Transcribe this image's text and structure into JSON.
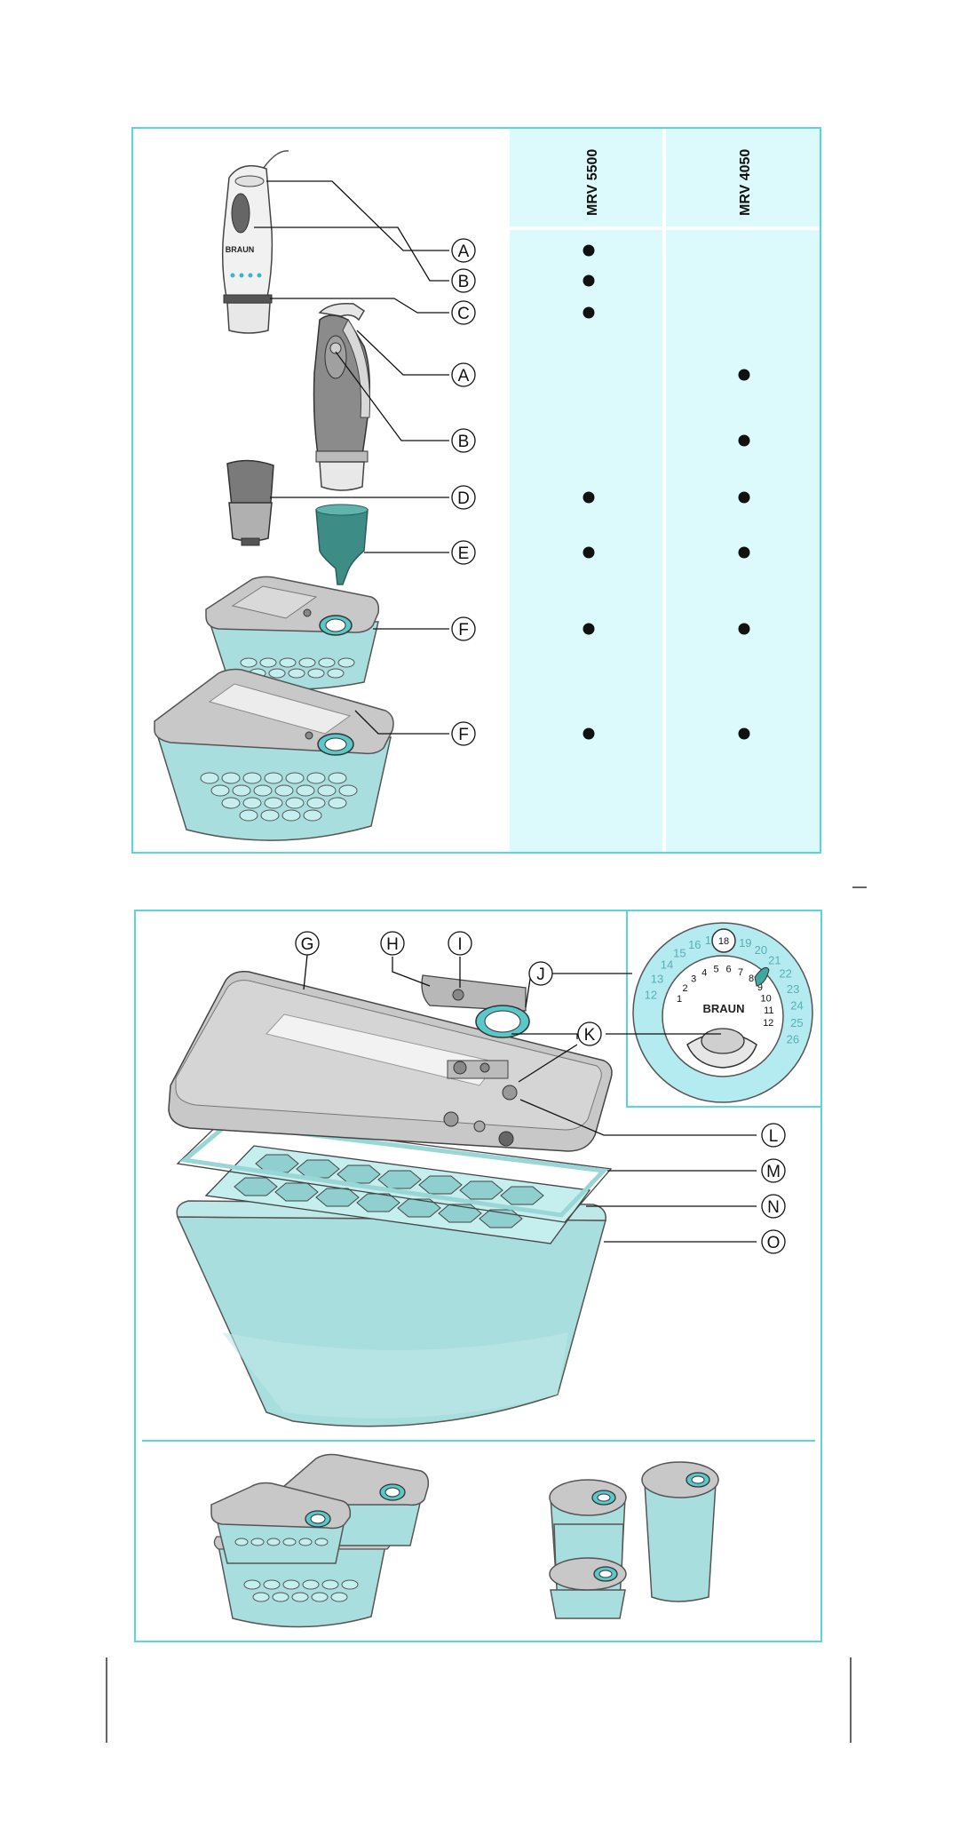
{
  "table": {
    "columns": [
      "MRV 5500",
      "MRV 4050"
    ],
    "rows": [
      {
        "label": "A",
        "mrv5500": true,
        "mrv4050": false
      },
      {
        "label": "B",
        "mrv5500": true,
        "mrv4050": false
      },
      {
        "label": "C",
        "mrv5500": true,
        "mrv4050": false
      },
      {
        "label": "A",
        "mrv5500": false,
        "mrv4050": true
      },
      {
        "label": "B",
        "mrv5500": false,
        "mrv4050": true
      },
      {
        "label": "D",
        "mrv5500": true,
        "mrv4050": true
      },
      {
        "label": "E",
        "mrv5500": true,
        "mrv4050": true
      },
      {
        "label": "F",
        "mrv5500": true,
        "mrv4050": true
      },
      {
        "label": "F",
        "mrv5500": true,
        "mrv4050": true
      }
    ]
  },
  "parts": {
    "labels": [
      "G",
      "H",
      "I",
      "J",
      "K",
      "L",
      "M",
      "N",
      "O"
    ]
  },
  "dial": {
    "center_value": "18",
    "inner_numbers": [
      "1",
      "2",
      "3",
      "4",
      "5",
      "6",
      "7",
      "8",
      "9",
      "10",
      "11",
      "12"
    ],
    "outer_numbers": [
      "12",
      "13",
      "14",
      "15",
      "16",
      "17",
      "18",
      "19",
      "20",
      "21",
      "22",
      "23",
      "24",
      "25",
      "26"
    ],
    "brand": "BRAUN"
  },
  "handle": {
    "brand": "BRAUN"
  },
  "colors": {
    "border": "#5ad4de",
    "panel_fill": "#dcfafc",
    "container_teal": "#a9dede",
    "lid_gray": "#c8c8c8",
    "dark_teal": "#3d8c86"
  }
}
